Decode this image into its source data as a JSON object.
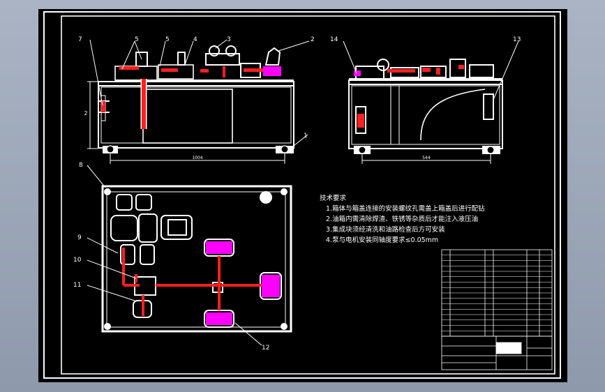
{
  "drawing": {
    "part_numbers": {
      "p1": "1",
      "p2": "2",
      "p3": "3",
      "p4": "4",
      "p5a": "5",
      "p5b": "5",
      "p7": "7",
      "p8": "8",
      "p9": "9",
      "p10": "10",
      "p11": "11",
      "p12": "12",
      "p13": "13",
      "p14": "14"
    },
    "dim_height": "2",
    "dim_front_width": "1004",
    "dim_side_width": "544"
  },
  "tech_requirements": {
    "title": "技术要求",
    "items": [
      "1.箱体与箱盖连接的安装螺纹孔需盖上箱盖后进行配钻",
      "2.油箱内需清除焊渣、铁锈等杂质后才能注入液压油",
      "3.集成块须经清洗和油路检查后方可安装",
      "4.泵与电机安装同轴度要求≤0.05mm"
    ]
  },
  "colors": {
    "background": "#000000",
    "frame": "#ffffff",
    "highlight_red": "#ff2020",
    "highlight_magenta": "#ff00ff",
    "screen_gradient": "#9aa4b6"
  }
}
